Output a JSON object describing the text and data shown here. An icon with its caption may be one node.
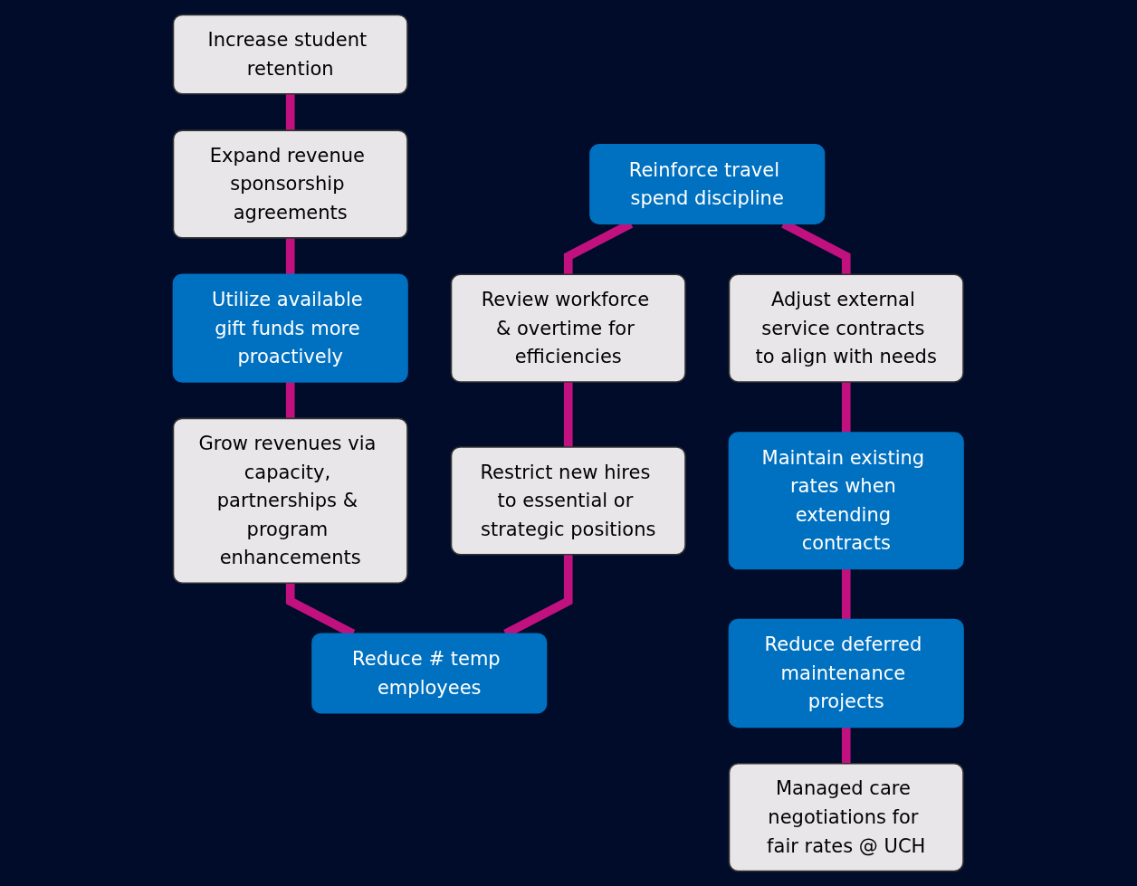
{
  "diagram": {
    "nodes": [
      {
        "text": [
          "Increase student retention"
        ]
      },
      {
        "text": [
          "Expand revenue sponsorship agreements"
        ]
      },
      {
        "text": [
          "Utilize available gift funds more proactively"
        ]
      },
      {
        "text": [
          "Grow revenues via capacity, partnerships & program enhancements"
        ]
      },
      {
        "text": [
          "Reduce # temp employees"
        ]
      },
      {
        "text": [
          "Restrict new hires to essential or strategic positions"
        ]
      },
      {
        "text": [
          "Review workforce & overtime for efficiencies"
        ]
      },
      {
        "text": [
          "Reinforce travel spend discipline"
        ]
      },
      {
        "text": [
          "Adjust external service contracts to align with needs"
        ]
      },
      {
        "text": [
          "Maintain existing rates when extending contracts"
        ]
      },
      {
        "text": [
          "Reduce deferred maintenance projects"
        ]
      },
      {
        "text": [
          "Managed care negotiations for fair rates @ UCH"
        ]
      }
    ],
    "edges": [
      {
        "from": 0,
        "to": 1,
        "arrow": "none"
      },
      {
        "from": 1,
        "to": 2,
        "arrow": "none"
      },
      {
        "from": 2,
        "to": 3,
        "arrow": "none"
      },
      {
        "from": 3,
        "to": 4,
        "arrow": "none"
      },
      {
        "from": 4,
        "to": 5,
        "arrow": "none"
      },
      {
        "from": 5,
        "to": 6,
        "arrow": "none"
      },
      {
        "from": 6,
        "to": 7,
        "arrow": "none"
      },
      {
        "from": 7,
        "to": 8,
        "arrow": "none"
      },
      {
        "from": 8,
        "to": 9,
        "arrow": "none"
      },
      {
        "from": 9,
        "to": 10,
        "arrow": "none"
      },
      {
        "from": 10,
        "to": 11,
        "arrow": "none"
      }
    ]
  }
}
